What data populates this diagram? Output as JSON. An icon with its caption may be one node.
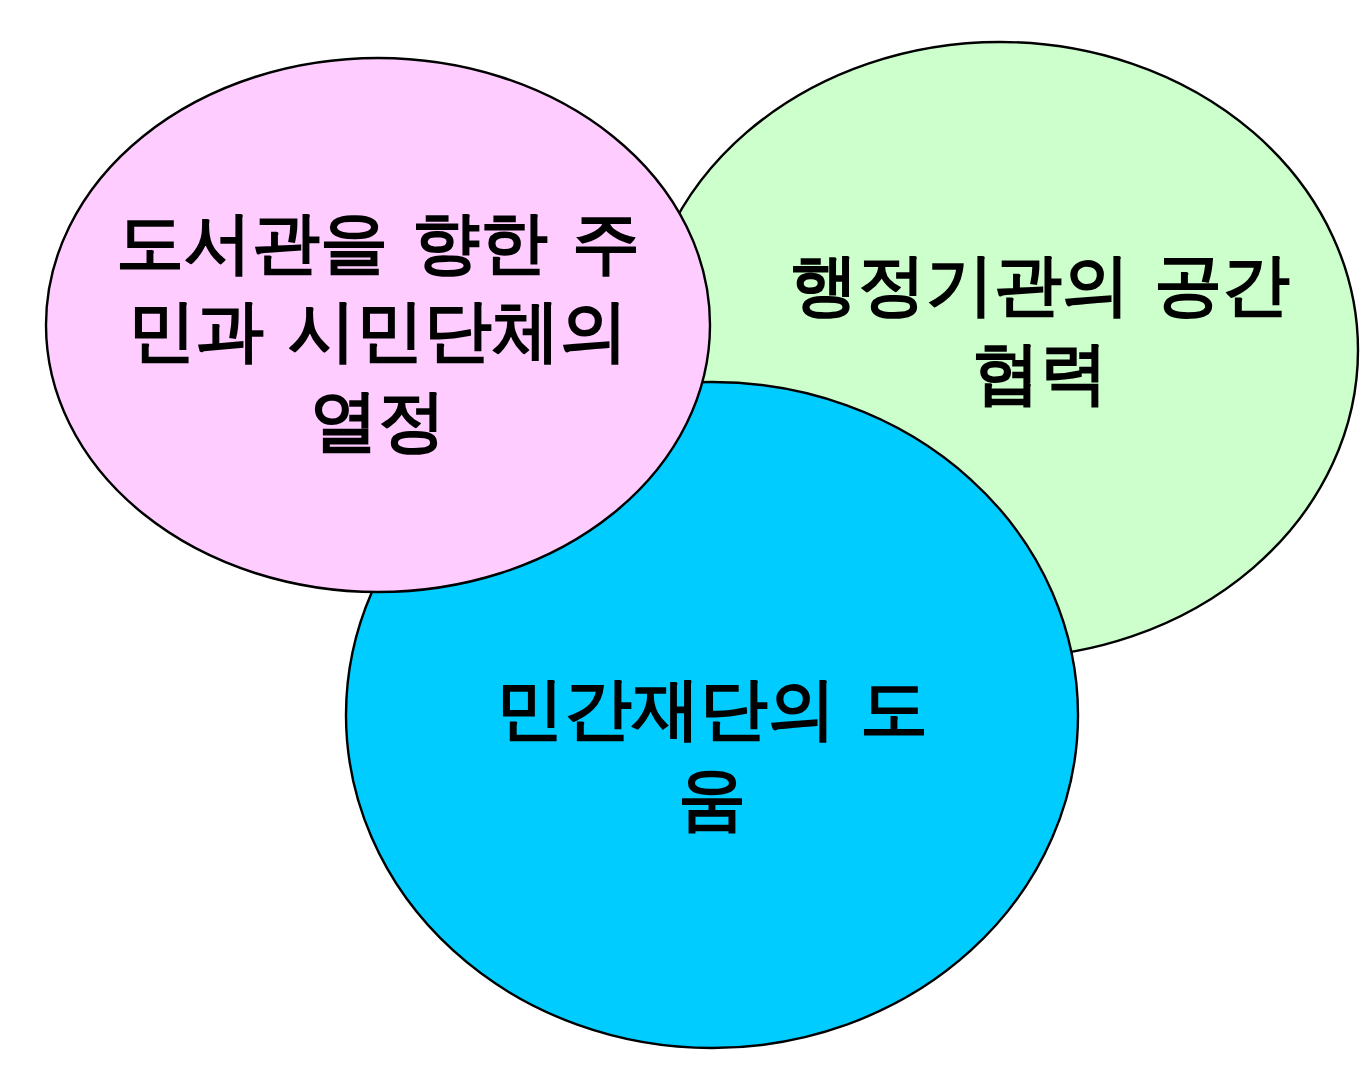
{
  "diagram": {
    "nodes": [
      {
        "text": [
          "도서관을 향한 주민과 시민단체의 열정"
        ]
      },
      {
        "text": [
          "행정기관의 공간협력"
        ]
      },
      {
        "text": [
          "민간재단의 도움"
        ]
      }
    ]
  }
}
